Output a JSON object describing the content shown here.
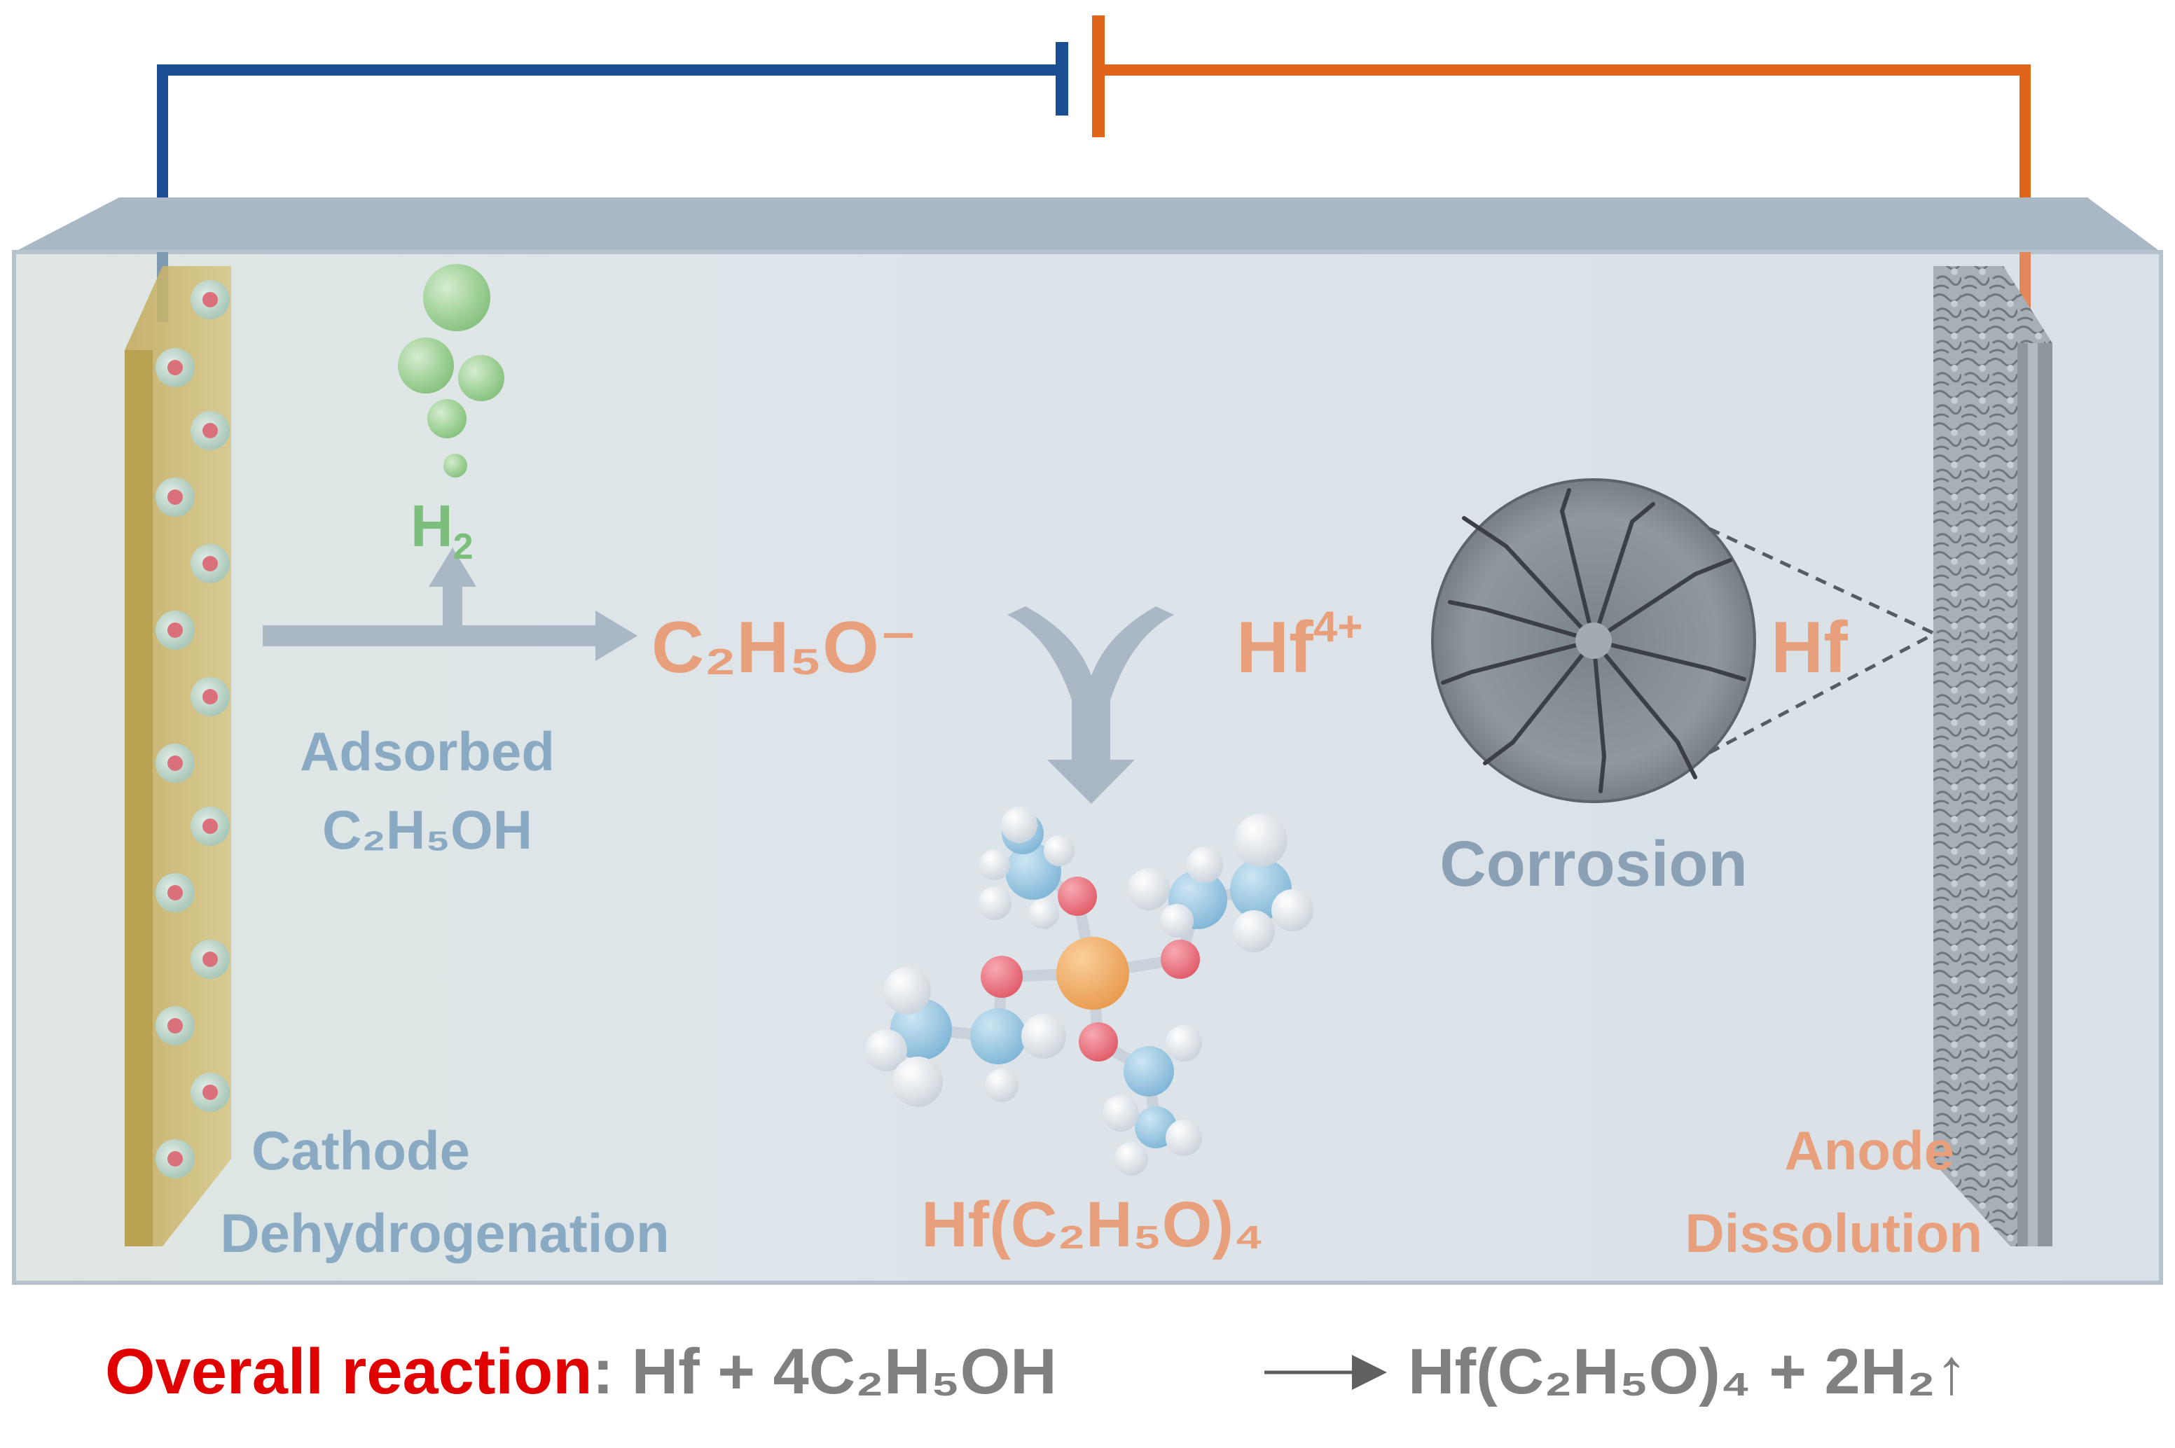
{
  "labels": {
    "h2_gas": {
      "main": "H",
      "sub": "2"
    },
    "ethoxide_ion": "C₂H₅O⁻",
    "hafnium_ion": {
      "main": "Hf",
      "sup": "4+"
    },
    "hafnium_metal": "Hf",
    "adsorbed_line1": "Adsorbed",
    "adsorbed_line2": "C₂H₅OH",
    "corrosion": "Corrosion",
    "product": "Hf(C₂H₅O)₄",
    "cathode_line1": "Cathode",
    "cathode_line2": "Dehydrogenation",
    "anode_line1": "Anode",
    "anode_line2": "Dissolution"
  },
  "overall_reaction": {
    "label": "Overall reaction",
    "separator": ": ",
    "reactants": "Hf + 4C₂H₅OH",
    "products": "Hf(C₂H₅O)₄  + 2H₂↑"
  },
  "colors": {
    "cathode_wire": "#1a4f94",
    "anode_wire": "#e0641a",
    "orange_text": "#e8a07c",
    "blue_text": "#8aaac4",
    "green_text": "#7cbf7c",
    "corrosion_text": "#8aa0b4",
    "reaction_red": "#e00000",
    "reaction_gray": "#808080",
    "tank_liquid": "#dde4ea",
    "tank_lid": "#a9b8c4",
    "cathode_plate": "#c8b56a",
    "anode_plate": "#9ea6ad"
  },
  "icons": [
    "battery-symbol",
    "gas-bubbles",
    "molecule-model",
    "corrosion-micrograph"
  ]
}
